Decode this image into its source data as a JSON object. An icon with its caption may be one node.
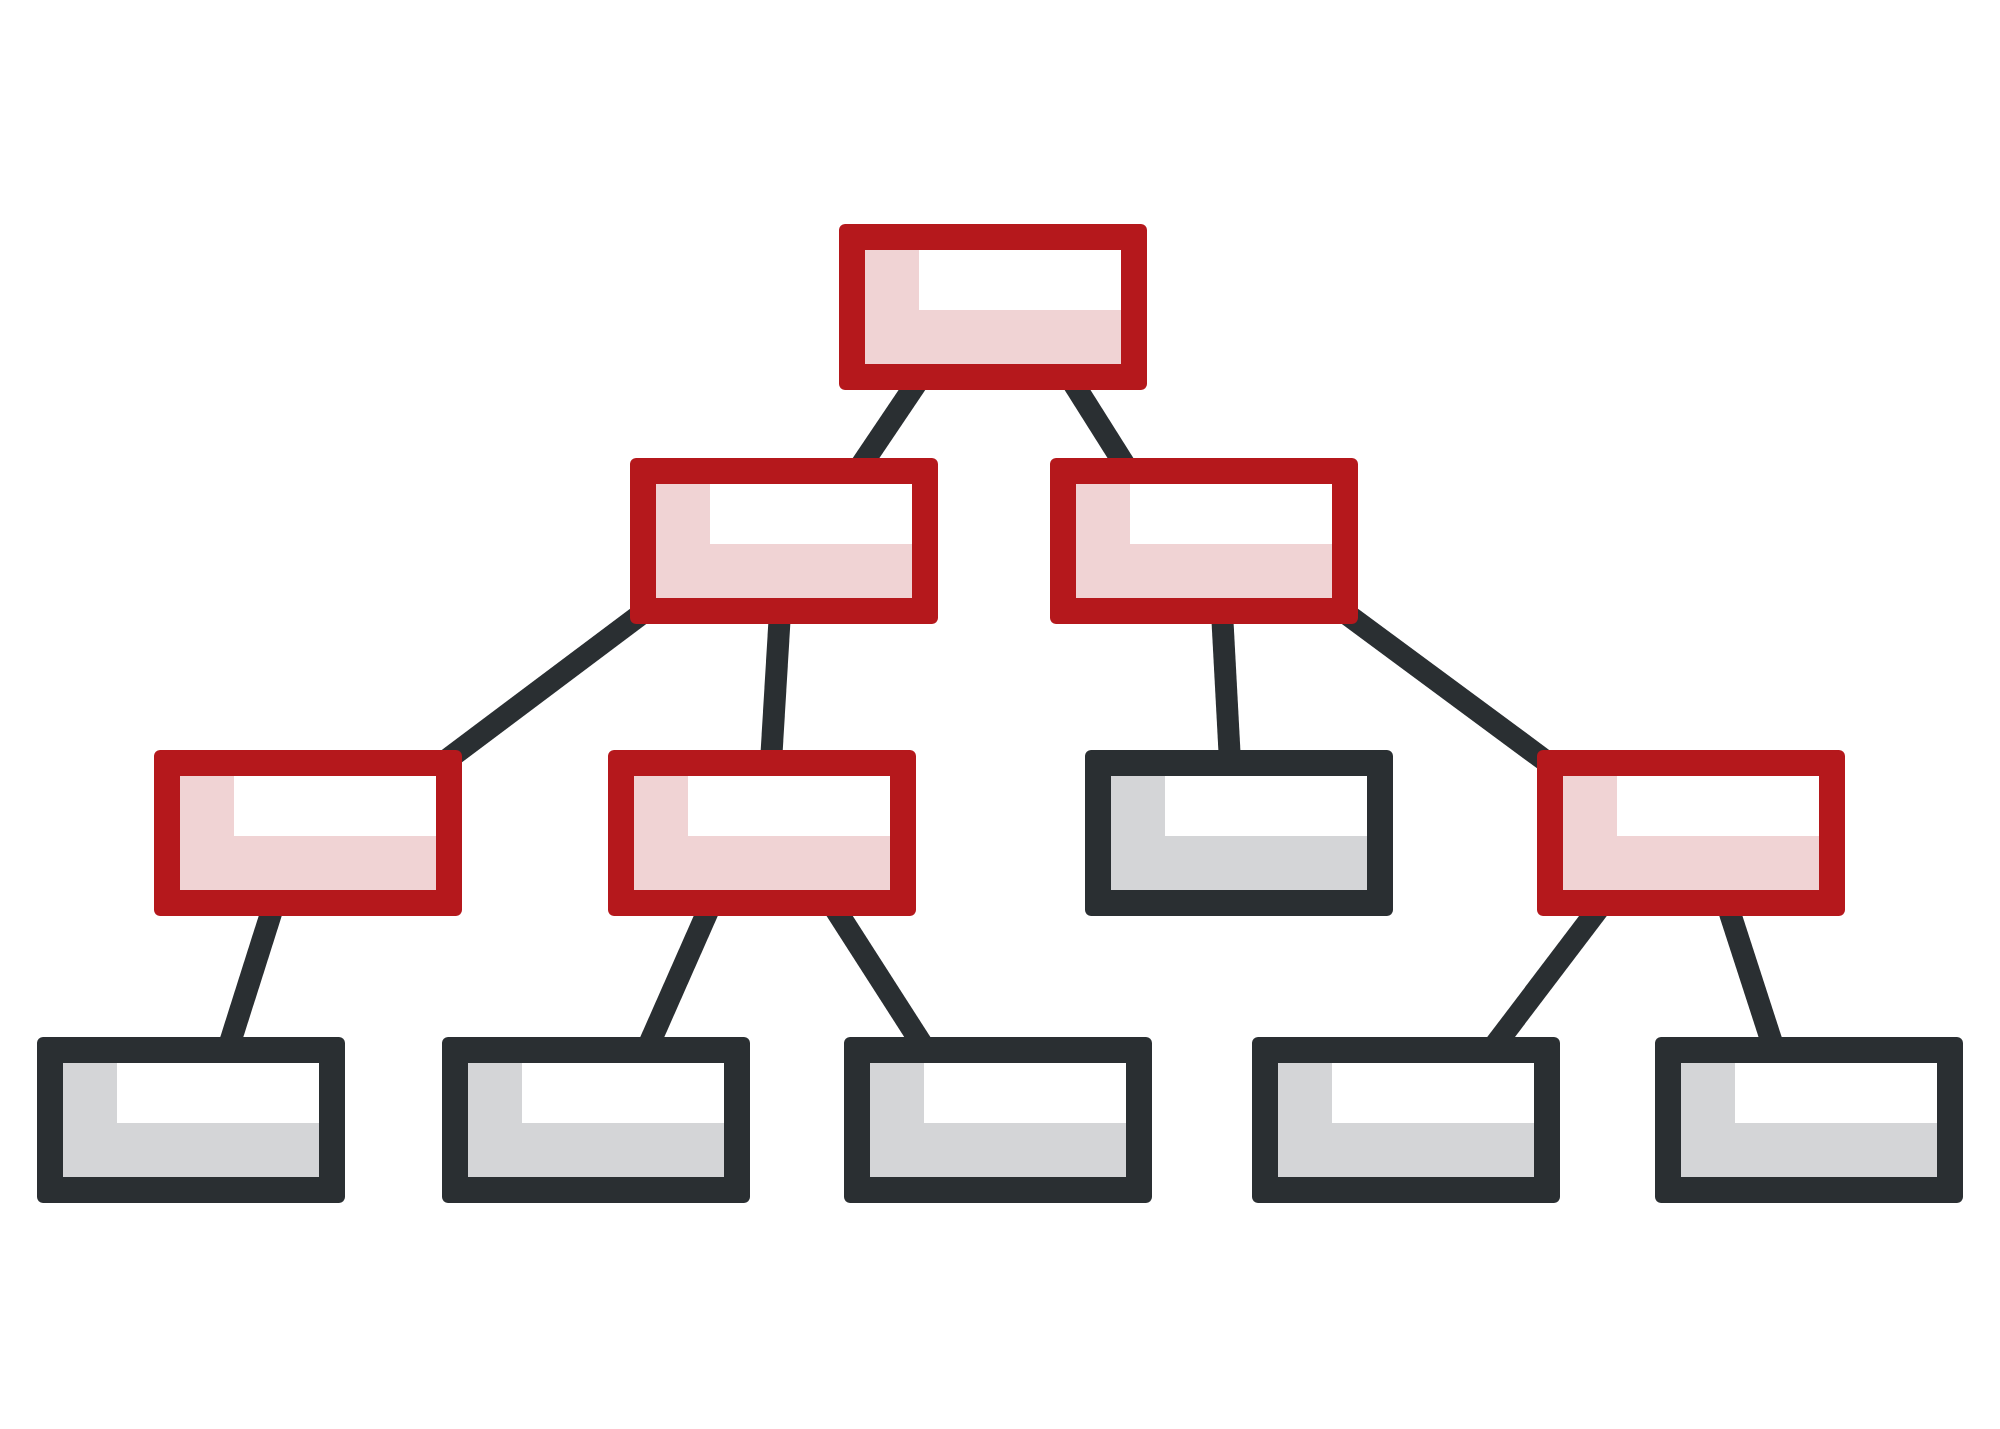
{
  "diagram": {
    "nodes": [
      {
        "text": [],
        "shape": "box"
      },
      {
        "text": [],
        "shape": "box"
      },
      {
        "text": [],
        "shape": "box"
      },
      {
        "text": [],
        "shape": "box"
      },
      {
        "text": [],
        "shape": "box"
      },
      {
        "text": [],
        "shape": "box"
      },
      {
        "text": [],
        "shape": "box"
      },
      {
        "text": [],
        "shape": "box"
      },
      {
        "text": [],
        "shape": "box"
      },
      {
        "text": [],
        "shape": "box"
      },
      {
        "text": [],
        "shape": "box"
      },
      {
        "text": [],
        "shape": "box"
      }
    ],
    "edges": [
      {
        "from": 0,
        "to": 1,
        "arrow": "none"
      },
      {
        "from": 0,
        "to": 2,
        "arrow": "none"
      },
      {
        "from": 1,
        "to": 3,
        "arrow": "none"
      },
      {
        "from": 1,
        "to": 4,
        "arrow": "none"
      },
      {
        "from": 2,
        "to": 5,
        "arrow": "none"
      },
      {
        "from": 2,
        "to": 6,
        "arrow": "none"
      },
      {
        "from": 3,
        "to": 7,
        "arrow": "none"
      },
      {
        "from": 4,
        "to": 8,
        "arrow": "none"
      },
      {
        "from": 4,
        "to": 9,
        "arrow": "none"
      },
      {
        "from": 6,
        "to": 10,
        "arrow": "none"
      },
      {
        "from": 6,
        "to": 11,
        "arrow": "none"
      }
    ]
  }
}
